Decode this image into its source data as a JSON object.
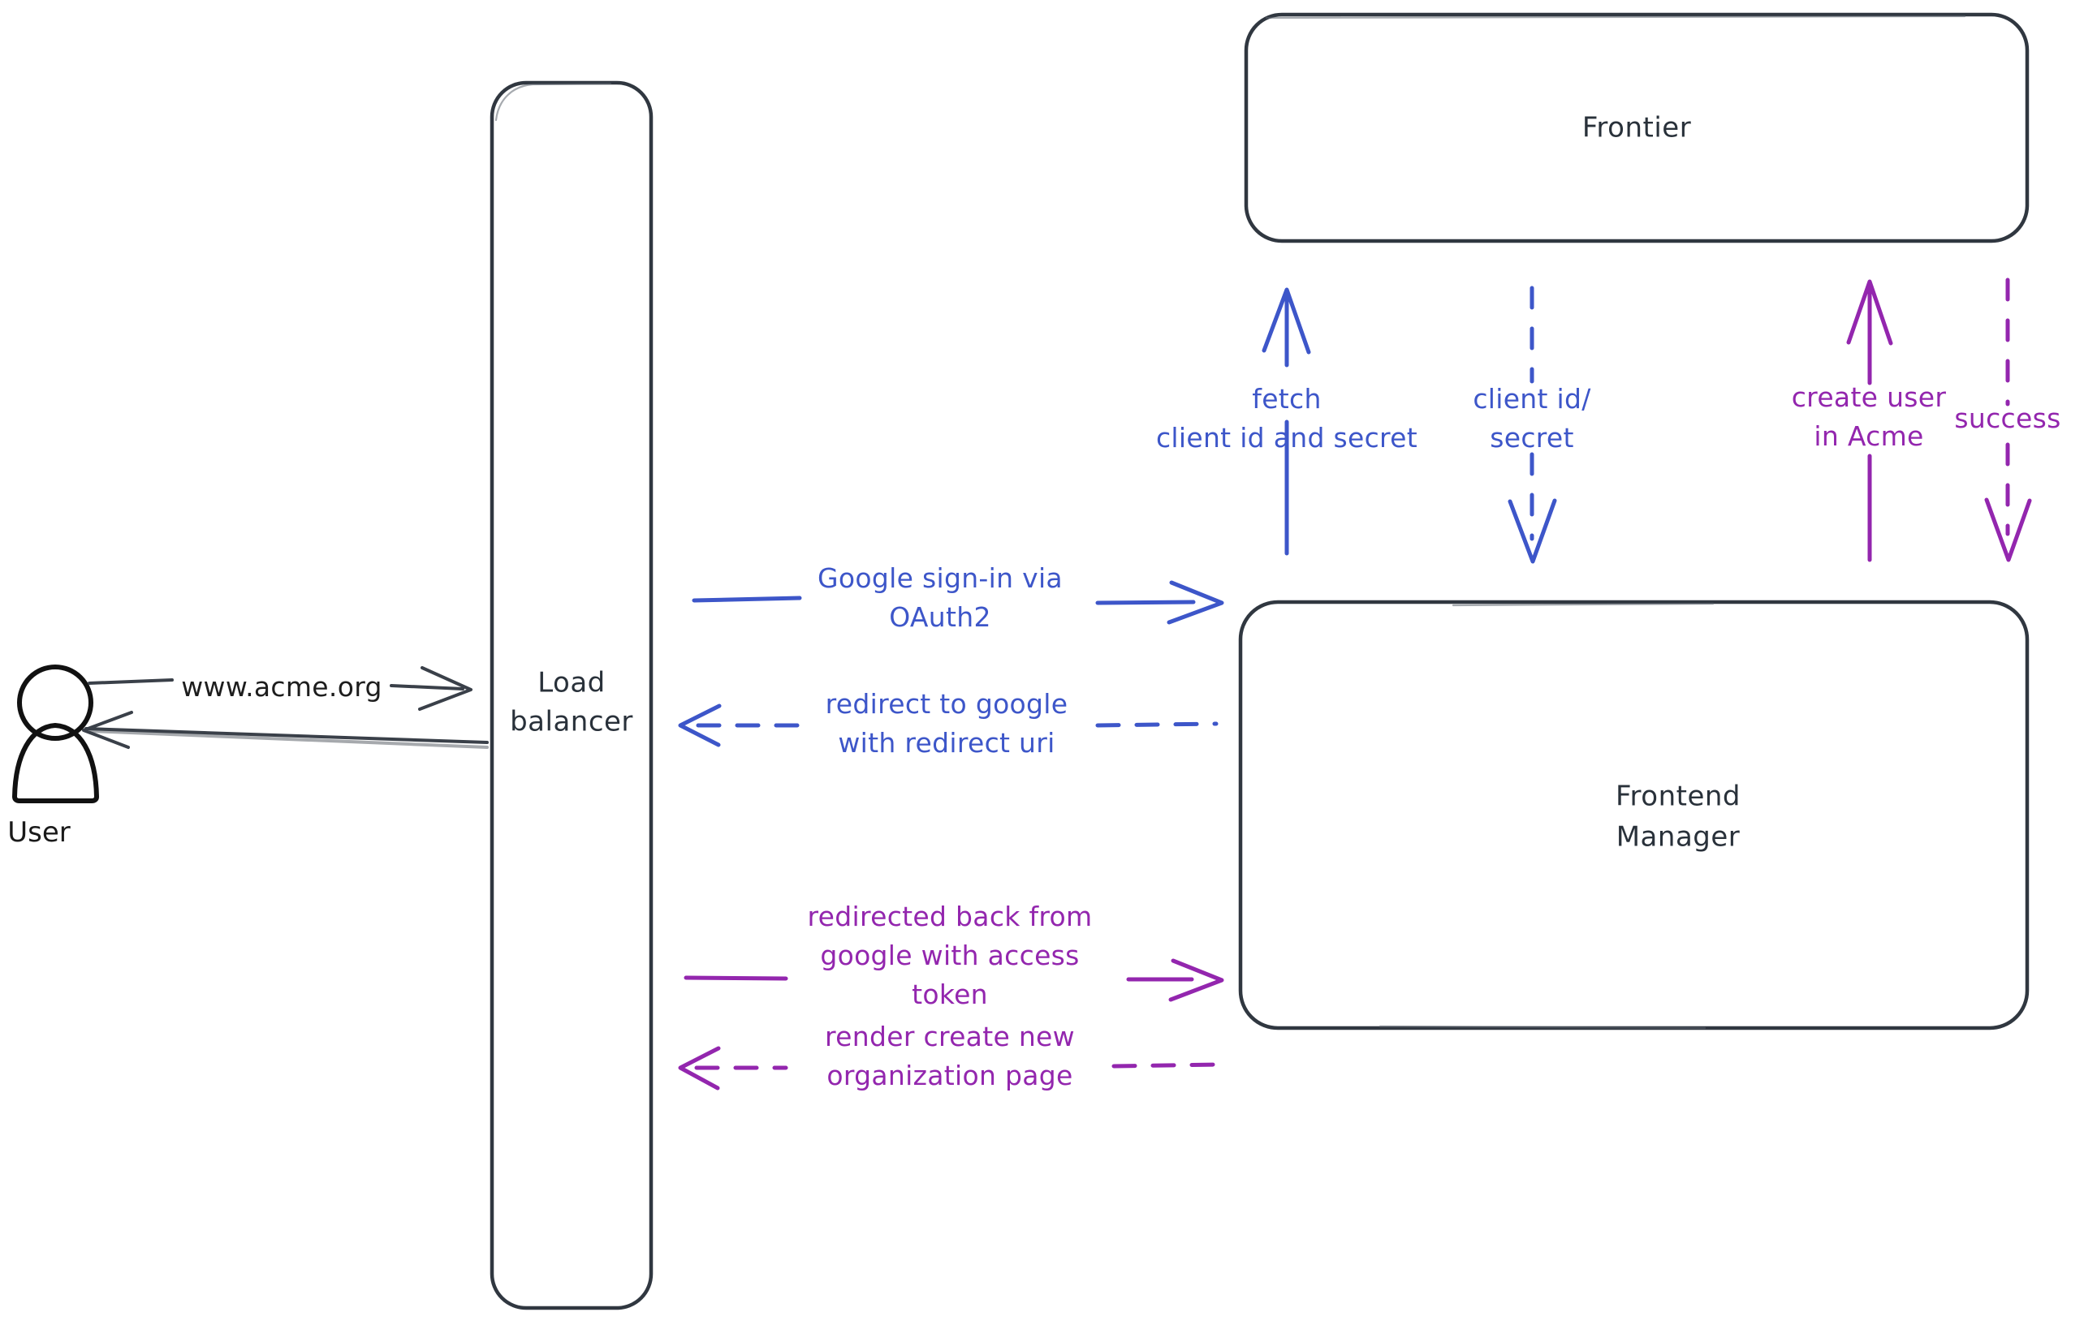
{
  "diagram": {
    "title": "Google OAuth2 sign-in sequence",
    "background": "#ffffff",
    "colors": {
      "node_stroke": "#303740",
      "node_fill": "#ffffff",
      "actor_stroke": "#111111",
      "dark_edge": "#3a4049",
      "blue": "#3d56c9",
      "purple": "#9326ae"
    },
    "actors": [
      {
        "id": "user",
        "label": "User",
        "shape": "stick-person",
        "fill_pattern": "cross-hatch"
      }
    ],
    "nodes": [
      {
        "id": "load-balancer",
        "label_lines": [
          "Load",
          "balancer"
        ],
        "shape": "rounded-rect"
      },
      {
        "id": "frontier",
        "label_lines": [
          "Frontier"
        ],
        "shape": "rounded-rect"
      },
      {
        "id": "frontend-manager",
        "label_lines": [
          "Frontend",
          "Manager"
        ],
        "shape": "rounded-rect"
      }
    ],
    "edges": [
      {
        "id": "user-to-lb",
        "label_lines": [
          "www.acme.org"
        ],
        "color": "#3a4049",
        "style": "solid",
        "direction": "right",
        "from": "user",
        "to": "load-balancer"
      },
      {
        "id": "lb-to-user",
        "label_lines": [],
        "color": "#3a4049",
        "style": "solid",
        "direction": "left",
        "from": "load-balancer",
        "to": "user"
      },
      {
        "id": "lb-to-fm-signin",
        "label_lines": [
          "Google sign-in via",
          "OAuth2"
        ],
        "color": "#3d56c9",
        "style": "solid",
        "direction": "right",
        "from": "load-balancer",
        "to": "frontend-manager"
      },
      {
        "id": "fm-to-lb-redirect",
        "label_lines": [
          "redirect to google",
          "with redirect uri"
        ],
        "color": "#3d56c9",
        "style": "dashed",
        "direction": "left",
        "from": "frontend-manager",
        "to": "load-balancer"
      },
      {
        "id": "lb-to-fm-token",
        "label_lines": [
          "redirected back from",
          "google with access",
          "token"
        ],
        "color": "#9326ae",
        "style": "solid",
        "direction": "right",
        "from": "load-balancer",
        "to": "frontend-manager"
      },
      {
        "id": "fm-to-lb-render",
        "label_lines": [
          "render create new",
          "organization page"
        ],
        "color": "#9326ae",
        "style": "dashed",
        "direction": "left",
        "from": "frontend-manager",
        "to": "load-balancer"
      },
      {
        "id": "fm-to-frontier-fetch",
        "label_lines": [
          "fetch",
          "client id and secret"
        ],
        "color": "#3d56c9",
        "style": "solid",
        "direction": "up",
        "from": "frontend-manager",
        "to": "frontier"
      },
      {
        "id": "frontier-to-fm-creds",
        "label_lines": [
          "client id/",
          "secret"
        ],
        "color": "#3d56c9",
        "style": "dashed",
        "direction": "down",
        "from": "frontier",
        "to": "frontend-manager"
      },
      {
        "id": "fm-to-frontier-create-user",
        "label_lines": [
          "create user",
          "in Acme"
        ],
        "color": "#9326ae",
        "style": "solid",
        "direction": "up",
        "from": "frontend-manager",
        "to": "frontier"
      },
      {
        "id": "frontier-to-fm-success",
        "label_lines": [
          "success"
        ],
        "color": "#9326ae",
        "style": "dashed",
        "direction": "down",
        "from": "frontier",
        "to": "frontend-manager"
      }
    ]
  }
}
